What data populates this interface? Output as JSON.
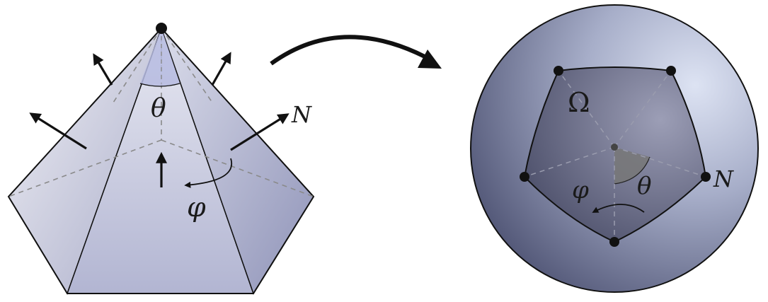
{
  "pyramid": {
    "labels": {
      "theta": "θ",
      "normal": "N",
      "phi": "φ"
    },
    "colors": {
      "face_light": "#e6e7f0",
      "face_dark": "#9ea3c6",
      "cone_wedge": "#b6bbe0",
      "edge": "#111111",
      "hidden_edge": "#8a8a8a"
    }
  },
  "sphere": {
    "labels": {
      "omega": "Ω",
      "theta": "θ",
      "phi": "φ",
      "normal": "N"
    },
    "colors": {
      "sphere_light": "#d9dff0",
      "sphere_dark": "#5d6384",
      "region_light": "#8e90a8",
      "region_dark": "#4c4f6a",
      "wedge": "#777777"
    }
  },
  "mapping_arrow": {
    "icon": "curved-arrow-right-icon",
    "color": "#111111"
  }
}
